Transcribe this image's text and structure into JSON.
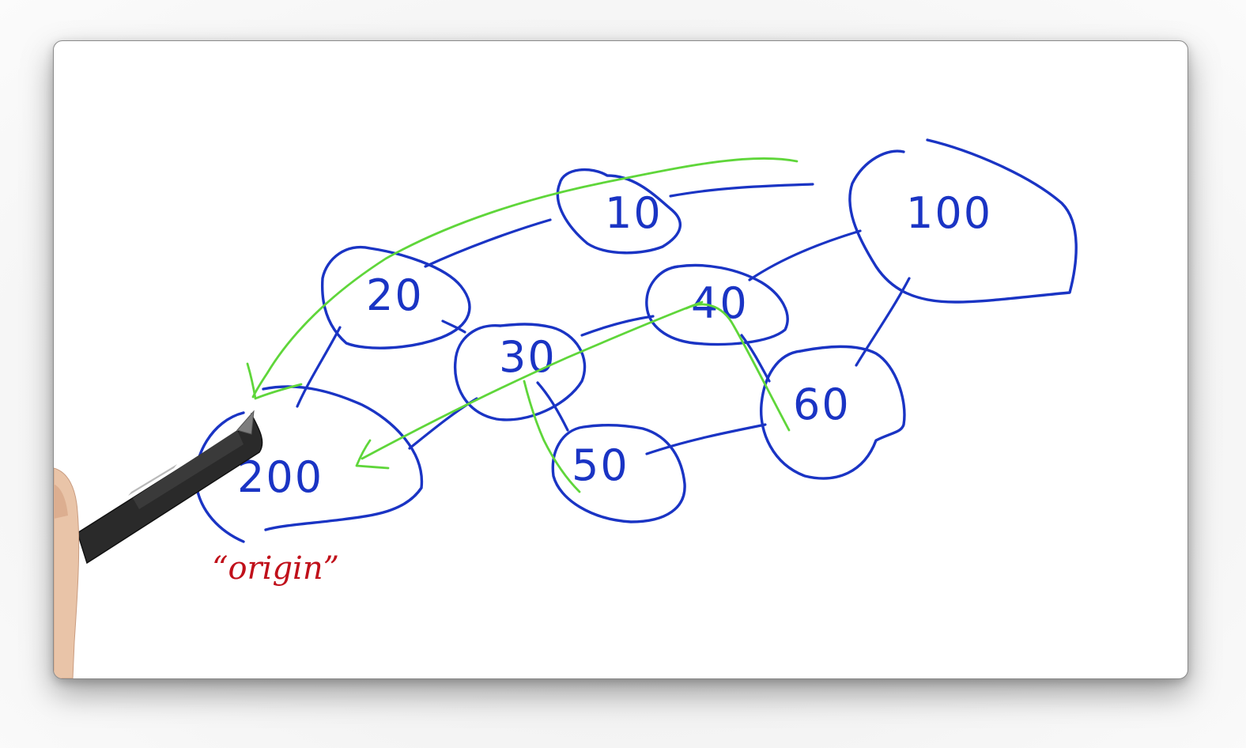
{
  "nodes": [
    {
      "id": "n10",
      "label": "10"
    },
    {
      "id": "n20",
      "label": "20"
    },
    {
      "id": "n30",
      "label": "30"
    },
    {
      "id": "n40",
      "label": "40"
    },
    {
      "id": "n50",
      "label": "50"
    },
    {
      "id": "n60",
      "label": "60"
    },
    {
      "id": "n100",
      "label": "100"
    },
    {
      "id": "n200",
      "label": "200"
    }
  ],
  "annotation": {
    "origin_text": "“origin”"
  },
  "colors": {
    "node_ink": "#1a34c4",
    "path_ink": "#5fd63a",
    "annotation_ink": "#c0101a",
    "background": "#ffffff"
  },
  "edges": [
    [
      "n10",
      "n20"
    ],
    [
      "n10",
      "n100"
    ],
    [
      "n20",
      "n30"
    ],
    [
      "n20",
      "n200"
    ],
    [
      "n30",
      "n40"
    ],
    [
      "n30",
      "n50"
    ],
    [
      "n30",
      "n200"
    ],
    [
      "n40",
      "n100"
    ],
    [
      "n40",
      "n60"
    ],
    [
      "n50",
      "n60"
    ],
    [
      "n60",
      "n100"
    ]
  ],
  "highlighted_paths": [
    [
      "n100",
      "n10",
      "n20",
      "n200"
    ],
    [
      "n60",
      "n40",
      "n200"
    ],
    [
      "n30",
      "n50"
    ]
  ]
}
